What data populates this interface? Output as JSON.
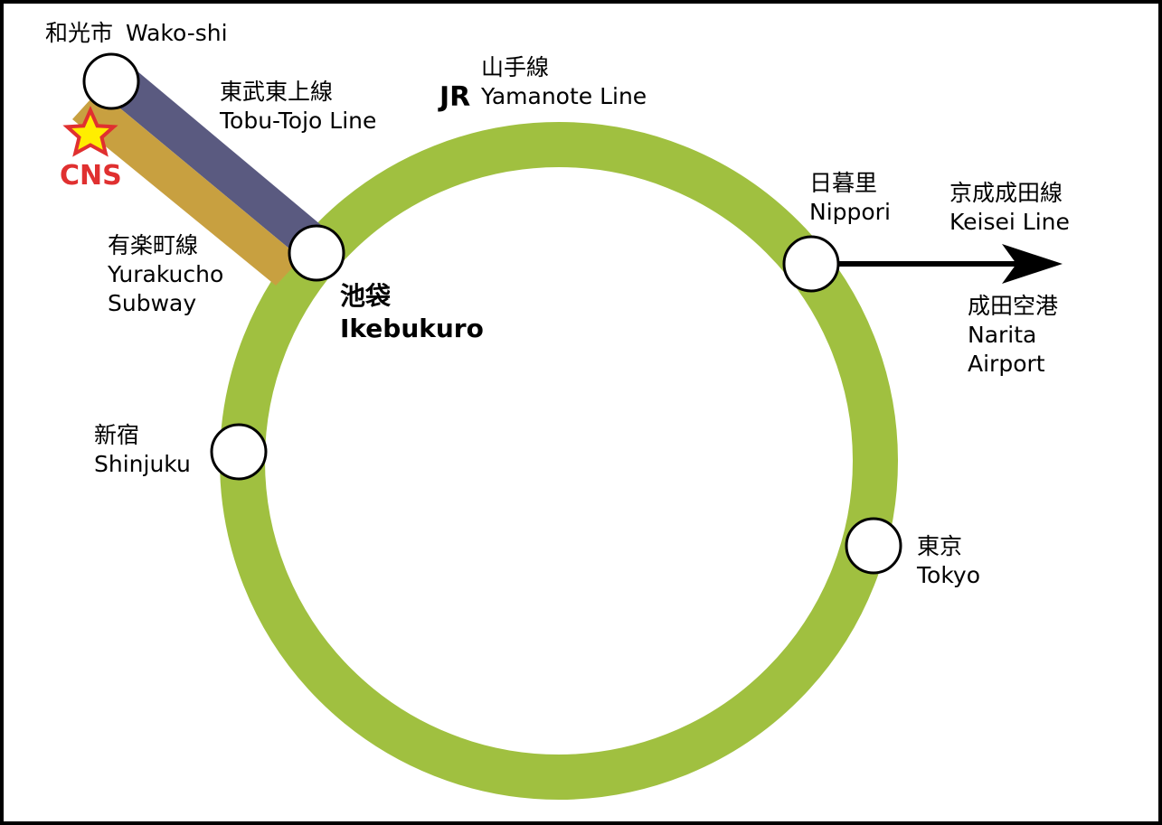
{
  "colors": {
    "yamanote": "#a0c040",
    "tobu": "#5a5a80",
    "yurakucho": "#c8a040",
    "station_fill": "#ffffff",
    "cns": "#e03030",
    "star_fill": "#ffee00"
  },
  "lines": {
    "yamanote": {
      "ja": "山手線",
      "operator": "JR",
      "en": "Yamanote Line"
    },
    "tobu": {
      "ja": "東武東上線",
      "en": "Tobu-Tojo Line"
    },
    "yurakucho": {
      "ja": "有楽町線",
      "en1": "Yurakucho",
      "en2": "Subway"
    },
    "keisei": {
      "ja": "京成成田線",
      "en": "Keisei Line"
    }
  },
  "stations": {
    "wako": {
      "ja": "和光市",
      "en": "Wako-shi"
    },
    "ikebukuro": {
      "ja": "池袋",
      "en": "Ikebukuro"
    },
    "shinjuku": {
      "ja": "新宿",
      "en": "Shinjuku"
    },
    "nippori": {
      "ja": "日暮里",
      "en": "Nippori"
    },
    "tokyo": {
      "ja": "東京",
      "en": "Tokyo"
    }
  },
  "destination": {
    "ja": "成田空港",
    "en1": "Narita",
    "en2": "Airport"
  },
  "marker": {
    "label": "CNS",
    "icon": "star-icon"
  }
}
